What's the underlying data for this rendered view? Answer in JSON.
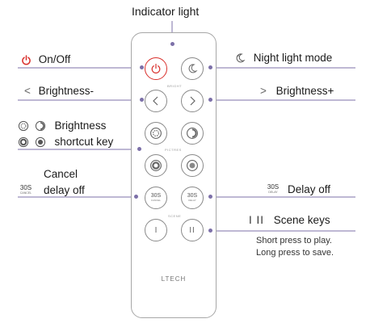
{
  "labels": {
    "indicator_light": "Indicator light",
    "on_off": "On/Off",
    "night_light_mode": "Night light mode",
    "brightness_minus": "Brightness-",
    "brightness_plus": "Brightness+",
    "brightness_shortcut_line1": "Brightness",
    "brightness_shortcut_line2": "shortcut key",
    "cancel_delay_off_line1": "Cancel",
    "cancel_delay_off_line2": "delay off",
    "delay_off": "Delay off",
    "scene_keys": "Scene keys",
    "scene_note_line1": "Short press to play.",
    "scene_note_line2": "Long press to save."
  },
  "remote": {
    "brand": "LTECH",
    "section_bright": "BRIGHT",
    "section_shortcut": "PICTRES",
    "section_scene": "SCENE",
    "delay_cancel_top": "30S",
    "delay_cancel_bottom": "CANCEL",
    "delay_on_top": "30S",
    "delay_on_bottom": "DELAY",
    "scene1": "I",
    "scene2": "II"
  },
  "icons": {
    "legend_cancel_top": "30S",
    "legend_cancel_bottom": "CANCEL",
    "legend_delay_top": "30S",
    "legend_delay_bottom": "DELAY",
    "chevron_left": "<",
    "chevron_right": ">",
    "scene_legend": "I  II"
  },
  "colors": {
    "accent_red": "#d9302c",
    "line_purple": "#7c70a8",
    "border_gray": "#8a8a8a"
  }
}
